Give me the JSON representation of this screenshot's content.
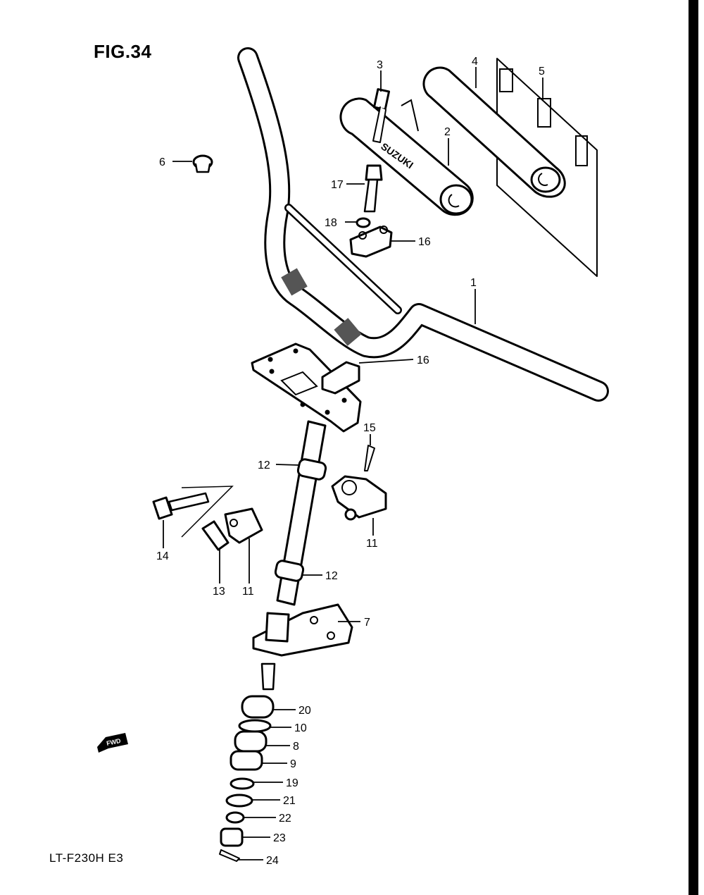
{
  "figure": {
    "title": "FIG.34",
    "model_code": "LT-F230H E3",
    "brand_print": "SUZUKI",
    "fwd_label": "FWD"
  },
  "callouts": [
    {
      "id": "c1",
      "label": "1"
    },
    {
      "id": "c2",
      "label": "2"
    },
    {
      "id": "c3",
      "label": "3"
    },
    {
      "id": "c4",
      "label": "4"
    },
    {
      "id": "c5",
      "label": "5"
    },
    {
      "id": "c6",
      "label": "6"
    },
    {
      "id": "c7",
      "label": "7"
    },
    {
      "id": "c8",
      "label": "8"
    },
    {
      "id": "c9",
      "label": "9"
    },
    {
      "id": "c10",
      "label": "10"
    },
    {
      "id": "c11a",
      "label": "11"
    },
    {
      "id": "c11b",
      "label": "11"
    },
    {
      "id": "c12a",
      "label": "12"
    },
    {
      "id": "c12b",
      "label": "12"
    },
    {
      "id": "c13",
      "label": "13"
    },
    {
      "id": "c14",
      "label": "14"
    },
    {
      "id": "c15",
      "label": "15"
    },
    {
      "id": "c16a",
      "label": "16"
    },
    {
      "id": "c16b",
      "label": "16"
    },
    {
      "id": "c17",
      "label": "17"
    },
    {
      "id": "c18",
      "label": "18"
    },
    {
      "id": "c19",
      "label": "19"
    },
    {
      "id": "c20",
      "label": "20"
    },
    {
      "id": "c21",
      "label": "21"
    },
    {
      "id": "c22",
      "label": "22"
    },
    {
      "id": "c23",
      "label": "23"
    },
    {
      "id": "c24",
      "label": "24"
    }
  ]
}
